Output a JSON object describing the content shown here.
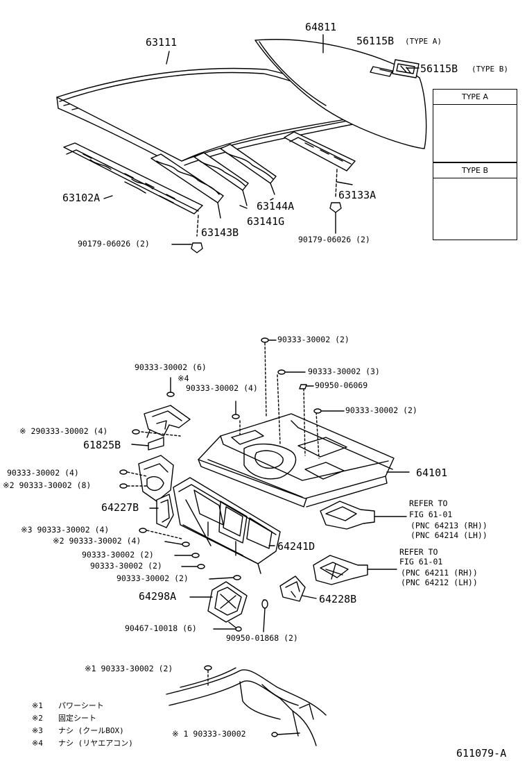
{
  "roof": {
    "labels": {
      "p63111": "63111",
      "p64811": "64811",
      "p56115b_a": "56115B",
      "p56115b_a_type": "(TYPE A)",
      "p56115b_b": "56115B",
      "p56115b_b_type": "(TYPE B)",
      "p63102a": "63102A",
      "p63143b": "63143B",
      "p63141g": "63141G",
      "p63144a": "63144A",
      "p63133a": "63133A",
      "clip_left": "90179-06026 (2)",
      "clip_right": "90179-06026 (2)"
    },
    "type_a": "TYPE A",
    "type_b": "TYPE B"
  },
  "floor": {
    "labels": {
      "plug_top": "90333-30002 (2)",
      "plug_6": "90333-30002 (6)",
      "note4": "※4",
      "plug_4a": "90333-30002 (4)",
      "plug_3": "90333-30002 (3)",
      "seal_06069": "90950-06069",
      "plug_2b": "90333-30002 (2)",
      "plug_note2_4": "※ 290333-30002 (4)",
      "p61825b": "61825B",
      "plug_4b": "90333-30002 (4)",
      "plug_note2_8": "※2 90333-30002 (8)",
      "p64101": "64101",
      "p64227b": "64227B",
      "refer1_a": "REFER TO",
      "refer1_b": "FIG 61-01",
      "refer1_c": "(PNC 64213 (RH))",
      "refer1_d": "(PNC 64214 (LH))",
      "plug_note3_4": "※3 90333-30002 (4)",
      "plug_note2_4b": "※2 90333-30002 (4)",
      "p64241d": "64241D",
      "refer2_a": "REFER TO",
      "refer2_b": "FIG 61-01",
      "refer2_c": "(PNC 64211 (RH))",
      "refer2_d": "(PNC 64212 (LH))",
      "plug_2c": "90333-30002 (2)",
      "plug_2d": "90333-30002 (2)",
      "plug_2e": "90333-30002 (2)",
      "p64298a": "64298A",
      "p64228b": "64228B",
      "bolt": "90467-10018 (6)",
      "seal_01868": "90950-01868 (2)"
    }
  },
  "seat_detail": {
    "plug_top": "※1 90333-30002 (2)",
    "plug_bottom": "※ 1 90333-30002"
  },
  "legend": [
    {
      "mark": "※1",
      "text": "パワーシート"
    },
    {
      "mark": "※2",
      "text": "固定シート"
    },
    {
      "mark": "※3",
      "text": "ナシ (クールBOX)"
    },
    {
      "mark": "※4",
      "text": "ナシ (リヤエアコン)"
    }
  ],
  "figure_code": "611079-A"
}
